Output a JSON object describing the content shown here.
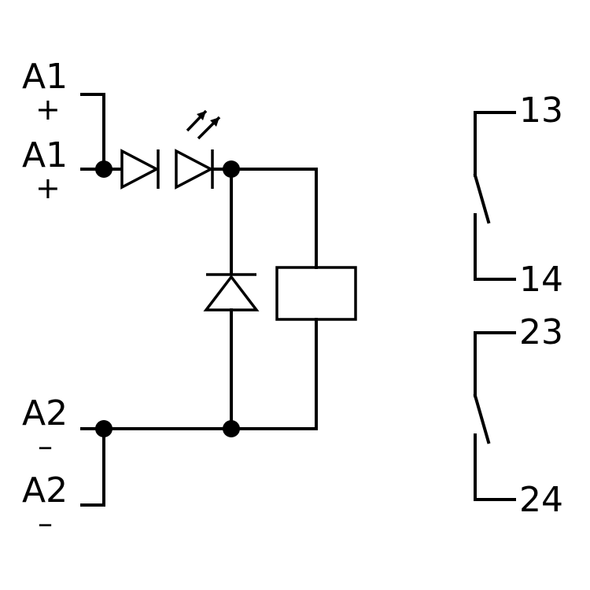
{
  "diagram": {
    "terminals": {
      "a1_top": {
        "label": "A1",
        "sign": "+"
      },
      "a1_bottom": {
        "label": "A1",
        "sign": "+"
      },
      "a2_top": {
        "label": "A2",
        "sign": "–"
      },
      "a2_bottom": {
        "label": "A2",
        "sign": "–"
      }
    },
    "contacts": [
      {
        "common": "13",
        "normally_open": "14"
      },
      {
        "common": "23",
        "normally_open": "24"
      }
    ],
    "colors": {
      "line": "#000000",
      "background": "#ffffff"
    }
  }
}
